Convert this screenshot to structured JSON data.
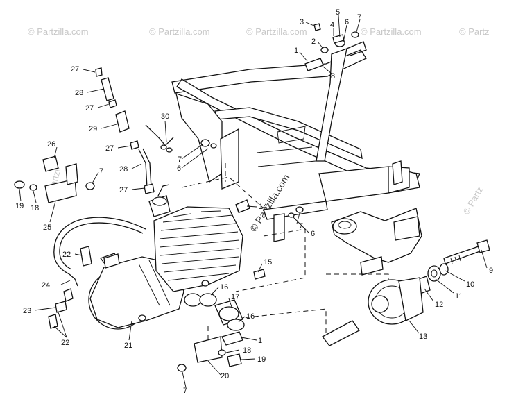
{
  "watermark": {
    "text": "© Partzilla.com",
    "short": "© Partzil",
    "right": "© Partz"
  },
  "callouts": [
    {
      "id": "c1a",
      "text": "1"
    },
    {
      "id": "c2",
      "text": "2"
    },
    {
      "id": "c3",
      "text": "3"
    },
    {
      "id": "c4",
      "text": "4"
    },
    {
      "id": "c5",
      "text": "5"
    },
    {
      "id": "c6a",
      "text": "6"
    },
    {
      "id": "c7a",
      "text": "7"
    },
    {
      "id": "c8",
      "text": "8"
    },
    {
      "id": "c27a",
      "text": "27"
    },
    {
      "id": "c28a",
      "text": "28"
    },
    {
      "id": "c27b",
      "text": "27"
    },
    {
      "id": "c29",
      "text": "29"
    },
    {
      "id": "c30",
      "text": "30"
    },
    {
      "id": "c27c",
      "text": "27"
    },
    {
      "id": "c7b",
      "text": "7"
    },
    {
      "id": "c6b",
      "text": "6"
    },
    {
      "id": "c28b",
      "text": "28"
    },
    {
      "id": "c27d",
      "text": "27"
    },
    {
      "id": "c26",
      "text": "26"
    },
    {
      "id": "c7c",
      "text": "7"
    },
    {
      "id": "c19a",
      "text": "19"
    },
    {
      "id": "c18a",
      "text": "18"
    },
    {
      "id": "c25",
      "text": "25"
    },
    {
      "id": "c14",
      "text": "14"
    },
    {
      "id": "c7d",
      "text": "7"
    },
    {
      "id": "c6c",
      "text": "6"
    },
    {
      "id": "c22a",
      "text": "22"
    },
    {
      "id": "c15",
      "text": "15"
    },
    {
      "id": "c9",
      "text": "9"
    },
    {
      "id": "c10",
      "text": "10"
    },
    {
      "id": "c11",
      "text": "11"
    },
    {
      "id": "c12",
      "text": "12"
    },
    {
      "id": "c24",
      "text": "24"
    },
    {
      "id": "c16a",
      "text": "16"
    },
    {
      "id": "c17",
      "text": "17"
    },
    {
      "id": "c16b",
      "text": "16"
    },
    {
      "id": "c23",
      "text": "23"
    },
    {
      "id": "c22b",
      "text": "22"
    },
    {
      "id": "c21",
      "text": "21"
    },
    {
      "id": "c13",
      "text": "13"
    },
    {
      "id": "c1b",
      "text": "1"
    },
    {
      "id": "c18b",
      "text": "18"
    },
    {
      "id": "c19b",
      "text": "19"
    },
    {
      "id": "c20",
      "text": "20"
    },
    {
      "id": "c7e",
      "text": "7"
    }
  ]
}
